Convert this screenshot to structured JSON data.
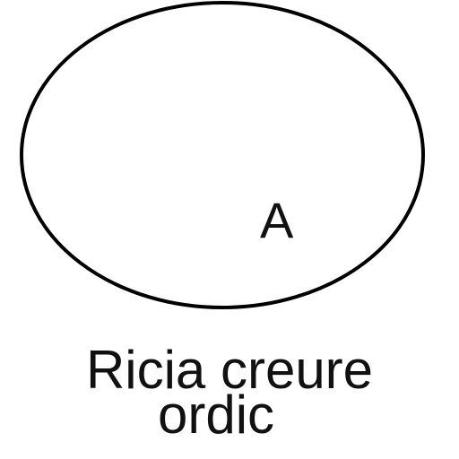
{
  "diagram": {
    "ellipse_label": "A",
    "caption_line_1": "Ricia creure",
    "caption_line_2": "ordic",
    "colors": {
      "stroke": "#000000",
      "text": "#111111",
      "background": "#ffffff"
    }
  }
}
